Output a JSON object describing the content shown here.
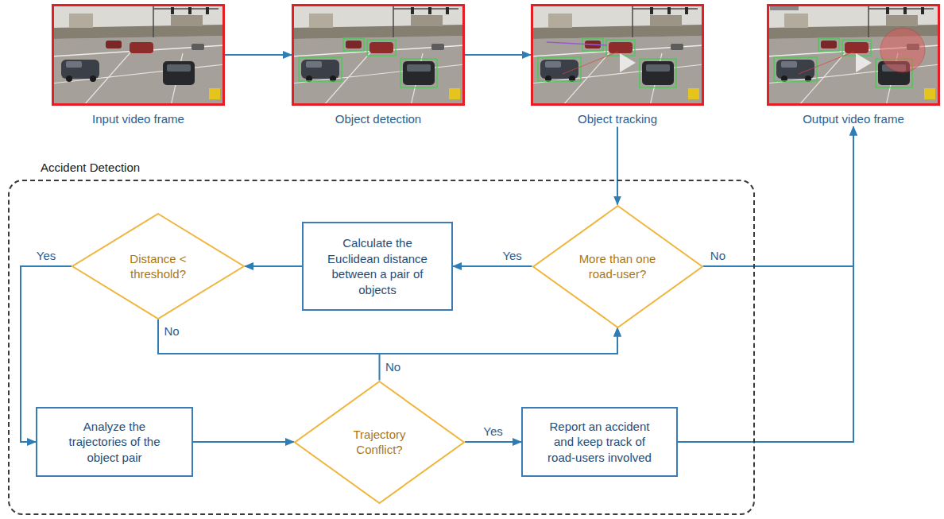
{
  "diagram": {
    "nodes": [
      {
        "text": [
          "Input video frame"
        ]
      },
      {
        "text": [
          "Object detection"
        ]
      },
      {
        "text": [
          "Object tracking"
        ]
      },
      {
        "text": [
          "Output video frame"
        ]
      },
      {
        "text": [
          "Accident Detection"
        ]
      },
      {
        "text": [
          "Distance < threshold?"
        ],
        "in": 4
      },
      {
        "text": [
          "Calculate the Euclidean distance between a pair of objects"
        ],
        "in": 4
      },
      {
        "text": [
          "More than one road-user?"
        ],
        "in": 4
      },
      {
        "text": [
          "Analyze the trajectories of the object pair"
        ],
        "in": 4
      },
      {
        "text": [
          "Trajectory Conflict?"
        ],
        "in": 4
      },
      {
        "text": [
          "Report an accident and keep track of road-users involved"
        ],
        "in": 4
      }
    ],
    "edges": [
      {
        "from": 0,
        "to": 1,
        "arrow": "to"
      },
      {
        "from": 1,
        "to": 2,
        "arrow": "to"
      },
      {
        "from": 2,
        "to": 7,
        "arrow": "to"
      },
      {
        "from": 7,
        "to": 6,
        "arrow": "to",
        "label": "Yes"
      },
      {
        "from": 7,
        "to": 3,
        "arrow": "to",
        "label": "No"
      },
      {
        "from": 6,
        "to": 5,
        "arrow": "to"
      },
      {
        "from": 5,
        "to": 8,
        "arrow": "to",
        "label": "Yes"
      },
      {
        "from": 5,
        "to": 7,
        "arrow": "to",
        "label": "No"
      },
      {
        "from": 8,
        "to": 9,
        "arrow": "to"
      },
      {
        "from": 9,
        "to": 7,
        "arrow": "to",
        "label": "No"
      },
      {
        "from": 9,
        "to": 10,
        "arrow": "to",
        "label": "Yes"
      },
      {
        "from": 10,
        "to": 3,
        "arrow": "to"
      }
    ]
  }
}
